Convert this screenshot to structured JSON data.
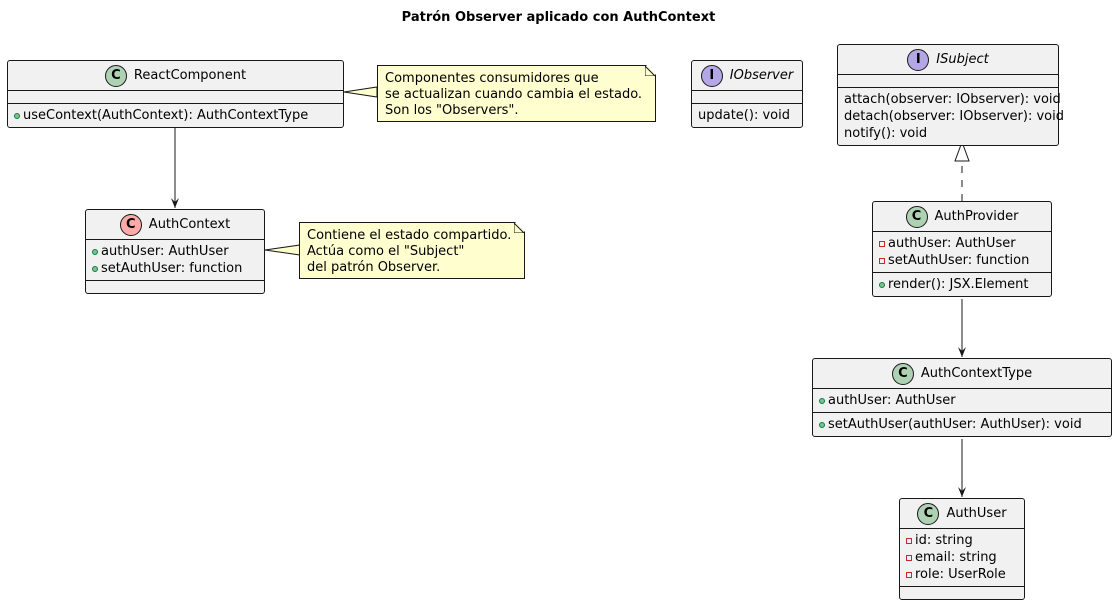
{
  "title": "Patrón Observer aplicado con AuthContext",
  "colors": {
    "class_fill": "#f1f1f1",
    "class_spot": "#add1b2",
    "abstract_spot": "#ffa9a9",
    "interface_spot": "#b4a7e5",
    "note_fill": "#fefece",
    "public_marker": "#84be84",
    "private_marker": "#c82930"
  },
  "classes": {
    "react_component": {
      "stereo": "C",
      "name": "ReactComponent",
      "attrs": [],
      "methods": [
        {
          "vis": "public",
          "text": "useContext(AuthContext): AuthContextType"
        }
      ]
    },
    "auth_context": {
      "stereo": "C",
      "name": "AuthContext",
      "attrs": [
        {
          "vis": "public",
          "text": "authUser: AuthUser"
        },
        {
          "vis": "public",
          "text": "setAuthUser: function"
        }
      ],
      "methods": []
    },
    "iobserver": {
      "stereo": "I",
      "name": "IObserver",
      "attrs": [],
      "methods": [
        {
          "vis": "none",
          "text": "update(): void"
        }
      ]
    },
    "isubject": {
      "stereo": "I",
      "name": "ISubject",
      "attrs": [],
      "methods": [
        {
          "vis": "none",
          "text": "attach(observer: IObserver): void"
        },
        {
          "vis": "none",
          "text": "detach(observer: IObserver): void"
        },
        {
          "vis": "none",
          "text": "notify(): void"
        }
      ]
    },
    "auth_provider": {
      "stereo": "C",
      "name": "AuthProvider",
      "attrs": [
        {
          "vis": "private",
          "text": "authUser: AuthUser"
        },
        {
          "vis": "private",
          "text": "setAuthUser: function"
        }
      ],
      "methods": [
        {
          "vis": "public",
          "text": "render(): JSX.Element"
        }
      ]
    },
    "auth_context_type": {
      "stereo": "C",
      "name": "AuthContextType",
      "attrs": [
        {
          "vis": "public",
          "text": "authUser: AuthUser"
        }
      ],
      "methods": [
        {
          "vis": "public",
          "text": "setAuthUser(authUser: AuthUser): void"
        }
      ]
    },
    "auth_user": {
      "stereo": "C",
      "name": "AuthUser",
      "attrs": [
        {
          "vis": "private",
          "text": "id: string"
        },
        {
          "vis": "private",
          "text": "email: string"
        },
        {
          "vis": "private",
          "text": "role: UserRole"
        }
      ],
      "methods": []
    }
  },
  "notes": {
    "observers_note": [
      "Componentes consumidores que",
      "se actualizan cuando cambia el estado.",
      "Son los \"Observers\"."
    ],
    "subject_note": [
      "Contiene el estado compartido.",
      "Actúa como el \"Subject\"",
      "del patrón Observer."
    ]
  }
}
